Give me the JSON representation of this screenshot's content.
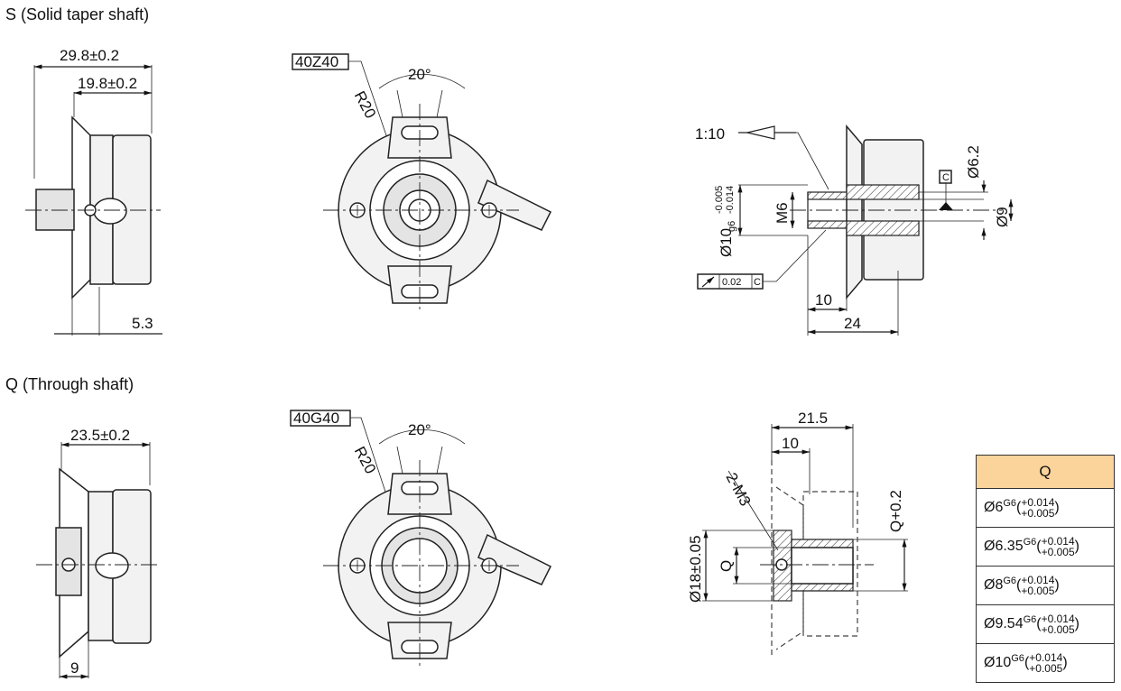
{
  "sections": {
    "solid": {
      "title": "S (Solid taper shaft)"
    },
    "through": {
      "title": "Q (Through shaft)"
    }
  },
  "solid_side": {
    "overall": "29.8±0.2",
    "body": "19.8±0.2",
    "flange": "5.3"
  },
  "solid_front": {
    "code": "40Z40",
    "angle": "20°",
    "radius": "R20"
  },
  "solid_section": {
    "taper": "1:10",
    "shaft_dia": "Ø10",
    "shaft_grade": "g6",
    "tol_upper": "-0.005",
    "tol_lower": "-0.014",
    "thread": "M6",
    "dia_62": "Ø6.2",
    "dia_9": "Ø9",
    "datum": "C",
    "runout_value": "0.02",
    "runout_datum": "C",
    "len_10": "10",
    "len_24": "24"
  },
  "through_side": {
    "overall": "23.5±0.2",
    "flange": "9"
  },
  "through_front": {
    "code": "40G40",
    "angle": "20°",
    "radius": "R20"
  },
  "through_section": {
    "length": "21.5",
    "depth": "10",
    "screws": "2-M3",
    "outer_dia": "Ø18±0.05",
    "bore": "Q",
    "q_plus": "Q+0.2"
  },
  "q_table": {
    "header": "Q",
    "rows": [
      {
        "dia": "Ø6",
        "grade": "G6",
        "upper": "+0.014",
        "lower": "+0.005"
      },
      {
        "dia": "Ø6.35",
        "grade": "G6",
        "upper": "+0.014",
        "lower": "+0.005"
      },
      {
        "dia": "Ø8",
        "grade": "G6",
        "upper": "+0.014",
        "lower": "+0.005"
      },
      {
        "dia": "Ø9.54",
        "grade": "G6",
        "upper": "+0.014",
        "lower": "+0.005"
      },
      {
        "dia": "Ø10",
        "grade": "G6",
        "upper": "+0.014",
        "lower": "+0.005"
      }
    ]
  }
}
